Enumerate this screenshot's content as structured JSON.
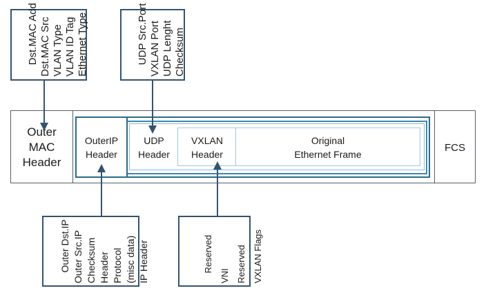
{
  "outer_mac_header": "Outer\nMAC\nHeader",
  "outer_ip_header": "OuterIP\nHeader",
  "udp_header": "UDP\nHeader",
  "vxlan_header": "VXLAN\nHeader",
  "original_frame": "Original\nEthernet Frame",
  "fcs": "FCS",
  "mac_fields": [
    "Ethernet Type",
    "VLAN ID Tag",
    "VLAN Type",
    "Dst.MAC Src",
    "Dst.MAC Add"
  ],
  "udp_fields": [
    "Checksum",
    "UDP Lenght",
    "VXLAN Port",
    "UDP Src.Port"
  ],
  "ip_fields": [
    "IP Header",
    "(misc data)",
    "Protocol",
    "Header",
    "Checksum",
    "Outer Src.IP",
    "Outer Dst.IP"
  ],
  "vxlan_fields": [
    "VXLAN Flags",
    "Reserved",
    "VNI",
    "Reserved"
  ],
  "colors": {
    "line": "#34536f",
    "frame_dark": "#2a6a8a",
    "frame_mid": "#3d88b0",
    "frame_light": "#9fc7dd"
  }
}
